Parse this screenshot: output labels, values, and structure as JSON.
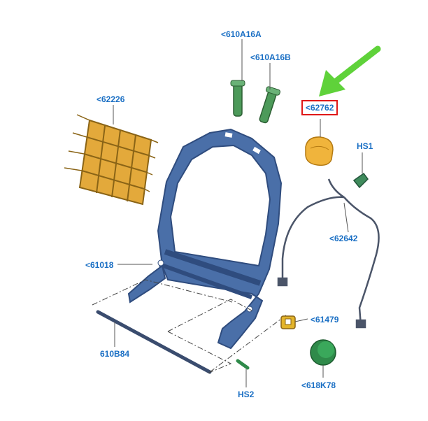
{
  "labels": {
    "p610A16A": "<610A16A",
    "p610A16B": "<610A16B",
    "p62226": "<62226",
    "p62762": "<62762",
    "hs1": "HS1",
    "p62642": "<62642",
    "p61018": "<61018",
    "p61479": "<61479",
    "p610B84": "610B84",
    "p618K78": "<618K78",
    "hs2": "HS2"
  },
  "highlight_part": "<62762",
  "colors": {
    "label_text": "#1a6fc4",
    "frame": "#4a6fa8",
    "frame_dark": "#2f4c7e",
    "mat": "#e3a93b",
    "cap_orange": "#f0b43c",
    "green_part": "#2f8a4a",
    "arrow": "#5fd23a",
    "highlight_box": "#e01818",
    "leader": "#555555"
  },
  "icons": {
    "pointer": "green-arrow-icon"
  }
}
